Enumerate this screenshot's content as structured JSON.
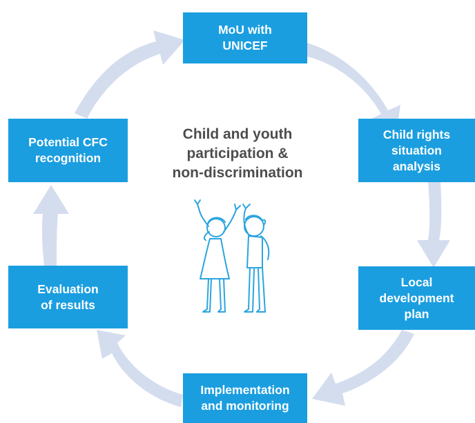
{
  "diagram": {
    "center_title": "Child and youth\nparticipation &\nnon-discrimination",
    "illustration_icon": "children-cheering-icon",
    "steps": [
      {
        "label": "MoU with\nUNICEF"
      },
      {
        "label": "Child rights\nsituation\nanalysis"
      },
      {
        "label": "Local\ndevelopment\nplan"
      },
      {
        "label": "Implementation\nand monitoring"
      },
      {
        "label": "Evaluation\nof results"
      },
      {
        "label": "Potential CFC\nrecognition"
      }
    ],
    "colors": {
      "box_fill": "#1a9ee0",
      "box_text": "#ffffff",
      "arrow_fill": "#d3ddee",
      "center_text": "#4d4d4d",
      "illustration_stroke": "#2aa4de"
    }
  }
}
